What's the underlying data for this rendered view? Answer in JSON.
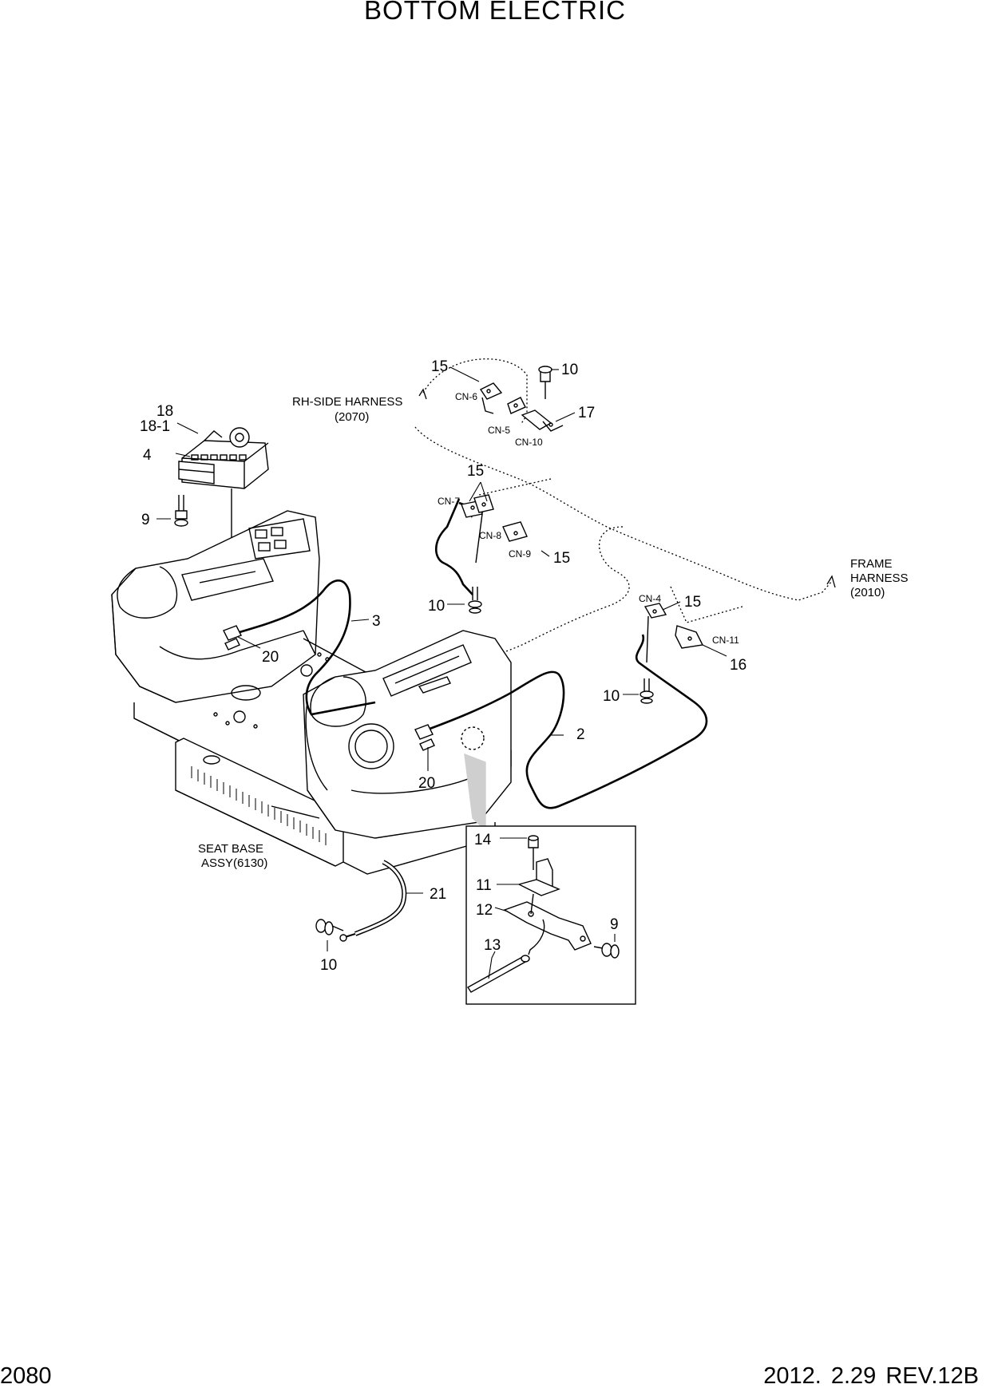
{
  "title": "BOTTOM ELECTRIC",
  "footer": {
    "page": "2080",
    "revision": "2012. 2.29  REV.12B"
  },
  "notes": {
    "rh_side_harness": "RH-SIDE HARNESS",
    "rh_side_harness_ref": "(2070)",
    "frame_harness": "FRAME",
    "frame_harness_2": "HARNESS",
    "frame_harness_ref": "(2010)",
    "seat_base": "SEAT BASE",
    "seat_base_2": "ASSY(6130)"
  },
  "connectors": {
    "cn6": "CN-6",
    "cn5": "CN-5",
    "cn10": "CN-10",
    "cn7": "CN-7",
    "cn8": "CN-8",
    "cn9": "CN-9",
    "cn4": "CN-4",
    "cn11": "CN-11"
  },
  "callouts": {
    "c15a": "15",
    "c10a": "10",
    "c17": "17",
    "c18": "18",
    "c18_1": "18-1",
    "c4": "4",
    "c9a": "9",
    "c15b": "15",
    "c15c": "15",
    "c10b": "10",
    "c3": "3",
    "c20a": "20",
    "c15d": "15",
    "c16": "16",
    "c10c": "10",
    "c2": "2",
    "c20b": "20",
    "c14": "14",
    "c11": "11",
    "c12": "12",
    "c9b": "9",
    "c13": "13",
    "c21": "21",
    "c10d": "10"
  }
}
